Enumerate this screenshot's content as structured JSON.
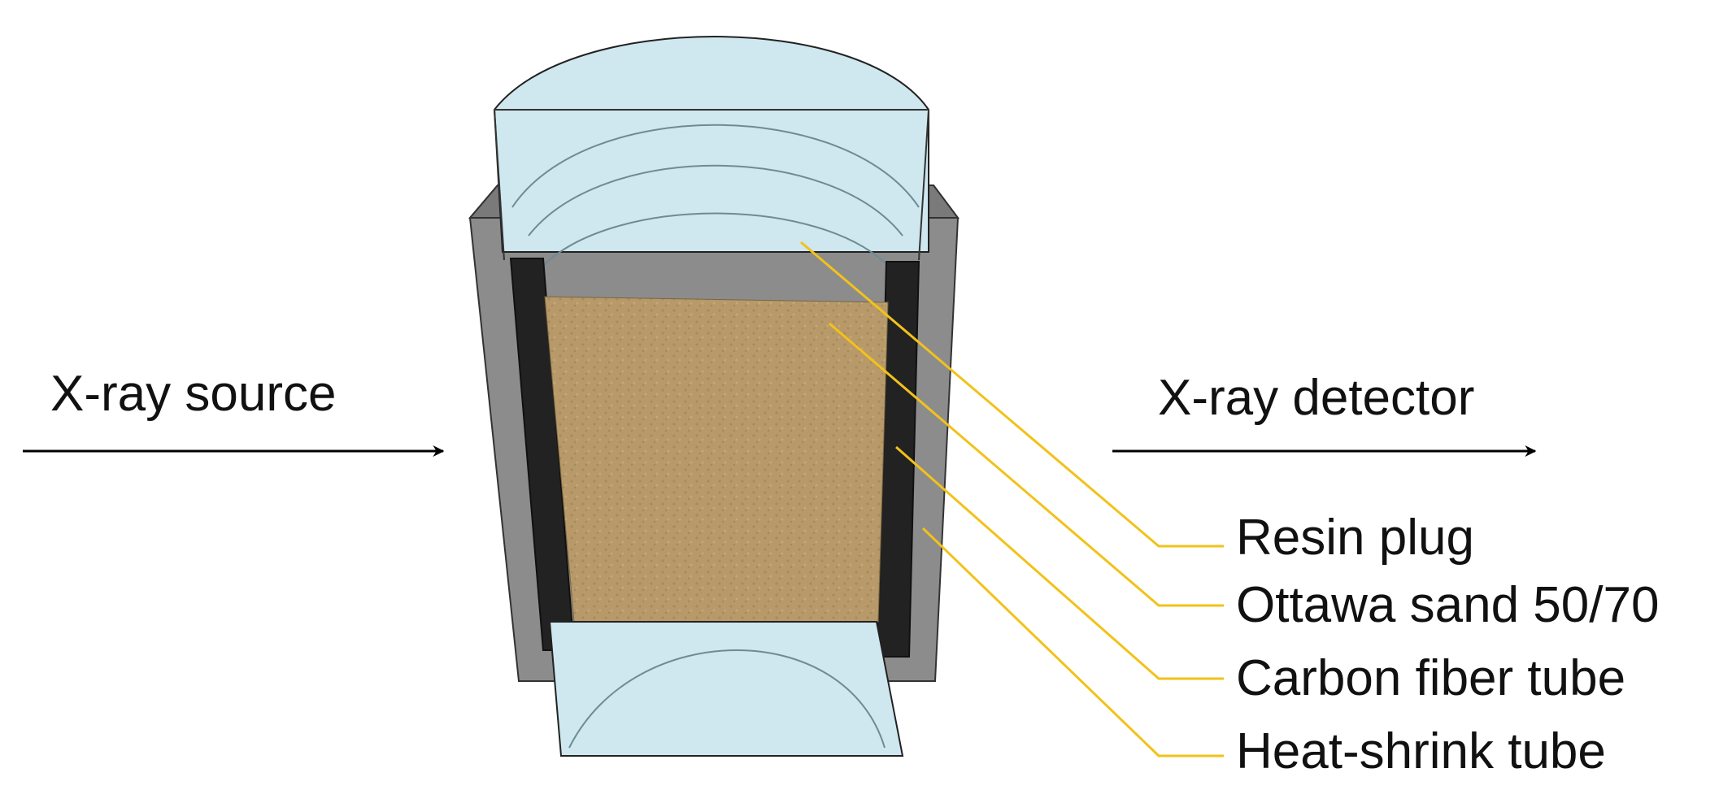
{
  "source_label": "X-ray source",
  "detector_label": "X-ray detector",
  "callouts": [
    {
      "label": "Resin plug"
    },
    {
      "label": "Ottawa sand 50/70"
    },
    {
      "label": "Carbon fiber tube"
    },
    {
      "label": "Heat-shrink tube"
    }
  ],
  "colors": {
    "resin": "#cfe7ee",
    "resin_dark": "#b8d8e2",
    "sand": "#b89a6a",
    "carbon_fiber": "#222222",
    "heat_shrink": "#8c8c8c",
    "callout_line": "#f2c21a",
    "arrow": "#000000"
  }
}
